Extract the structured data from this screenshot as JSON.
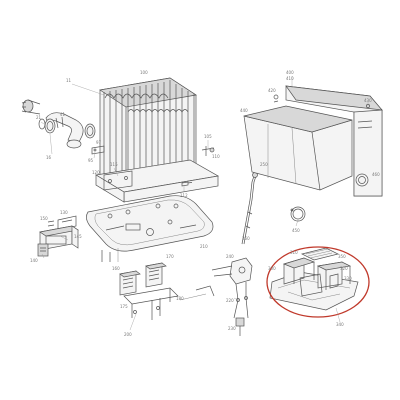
{
  "diagram": {
    "highlight_color": "#c0392b",
    "callouts": [
      {
        "id": "c-11",
        "text": "11"
      },
      {
        "id": "c-16",
        "text": "16"
      },
      {
        "id": "c-21",
        "text": "21"
      },
      {
        "id": "c-41",
        "text": "41"
      },
      {
        "id": "c-95",
        "text": "95"
      },
      {
        "id": "c-97",
        "text": "97"
      },
      {
        "id": "c-100",
        "text": "100"
      },
      {
        "id": "c-105",
        "text": "105"
      },
      {
        "id": "c-110",
        "text": "110"
      },
      {
        "id": "c-112",
        "text": "112"
      },
      {
        "id": "c-115",
        "text": "115"
      },
      {
        "id": "c-120",
        "text": "120"
      },
      {
        "id": "c-130",
        "text": "130"
      },
      {
        "id": "c-140",
        "text": "140"
      },
      {
        "id": "c-145",
        "text": "145"
      },
      {
        "id": "c-150",
        "text": "150"
      },
      {
        "id": "c-160",
        "text": "160"
      },
      {
        "id": "c-170",
        "text": "170"
      },
      {
        "id": "c-175",
        "text": "175"
      },
      {
        "id": "c-180",
        "text": "180"
      },
      {
        "id": "c-200",
        "text": "200"
      },
      {
        "id": "c-210",
        "text": "210"
      },
      {
        "id": "c-220",
        "text": "220"
      },
      {
        "id": "c-230",
        "text": "230"
      },
      {
        "id": "c-240",
        "text": "240"
      },
      {
        "id": "c-250",
        "text": "250"
      },
      {
        "id": "c-260",
        "text": "260"
      },
      {
        "id": "c-300",
        "text": "300"
      },
      {
        "id": "c-310",
        "text": "310"
      },
      {
        "id": "c-320",
        "text": "320"
      },
      {
        "id": "c-330",
        "text": "330"
      },
      {
        "id": "c-340",
        "text": "340"
      },
      {
        "id": "c-350",
        "text": "350"
      },
      {
        "id": "c-400",
        "text": "400"
      },
      {
        "id": "c-410",
        "text": "410"
      },
      {
        "id": "c-420",
        "text": "420"
      },
      {
        "id": "c-430",
        "text": "430"
      },
      {
        "id": "c-440",
        "text": "440"
      },
      {
        "id": "c-450",
        "text": "450"
      },
      {
        "id": "c-460",
        "text": "460"
      }
    ]
  }
}
